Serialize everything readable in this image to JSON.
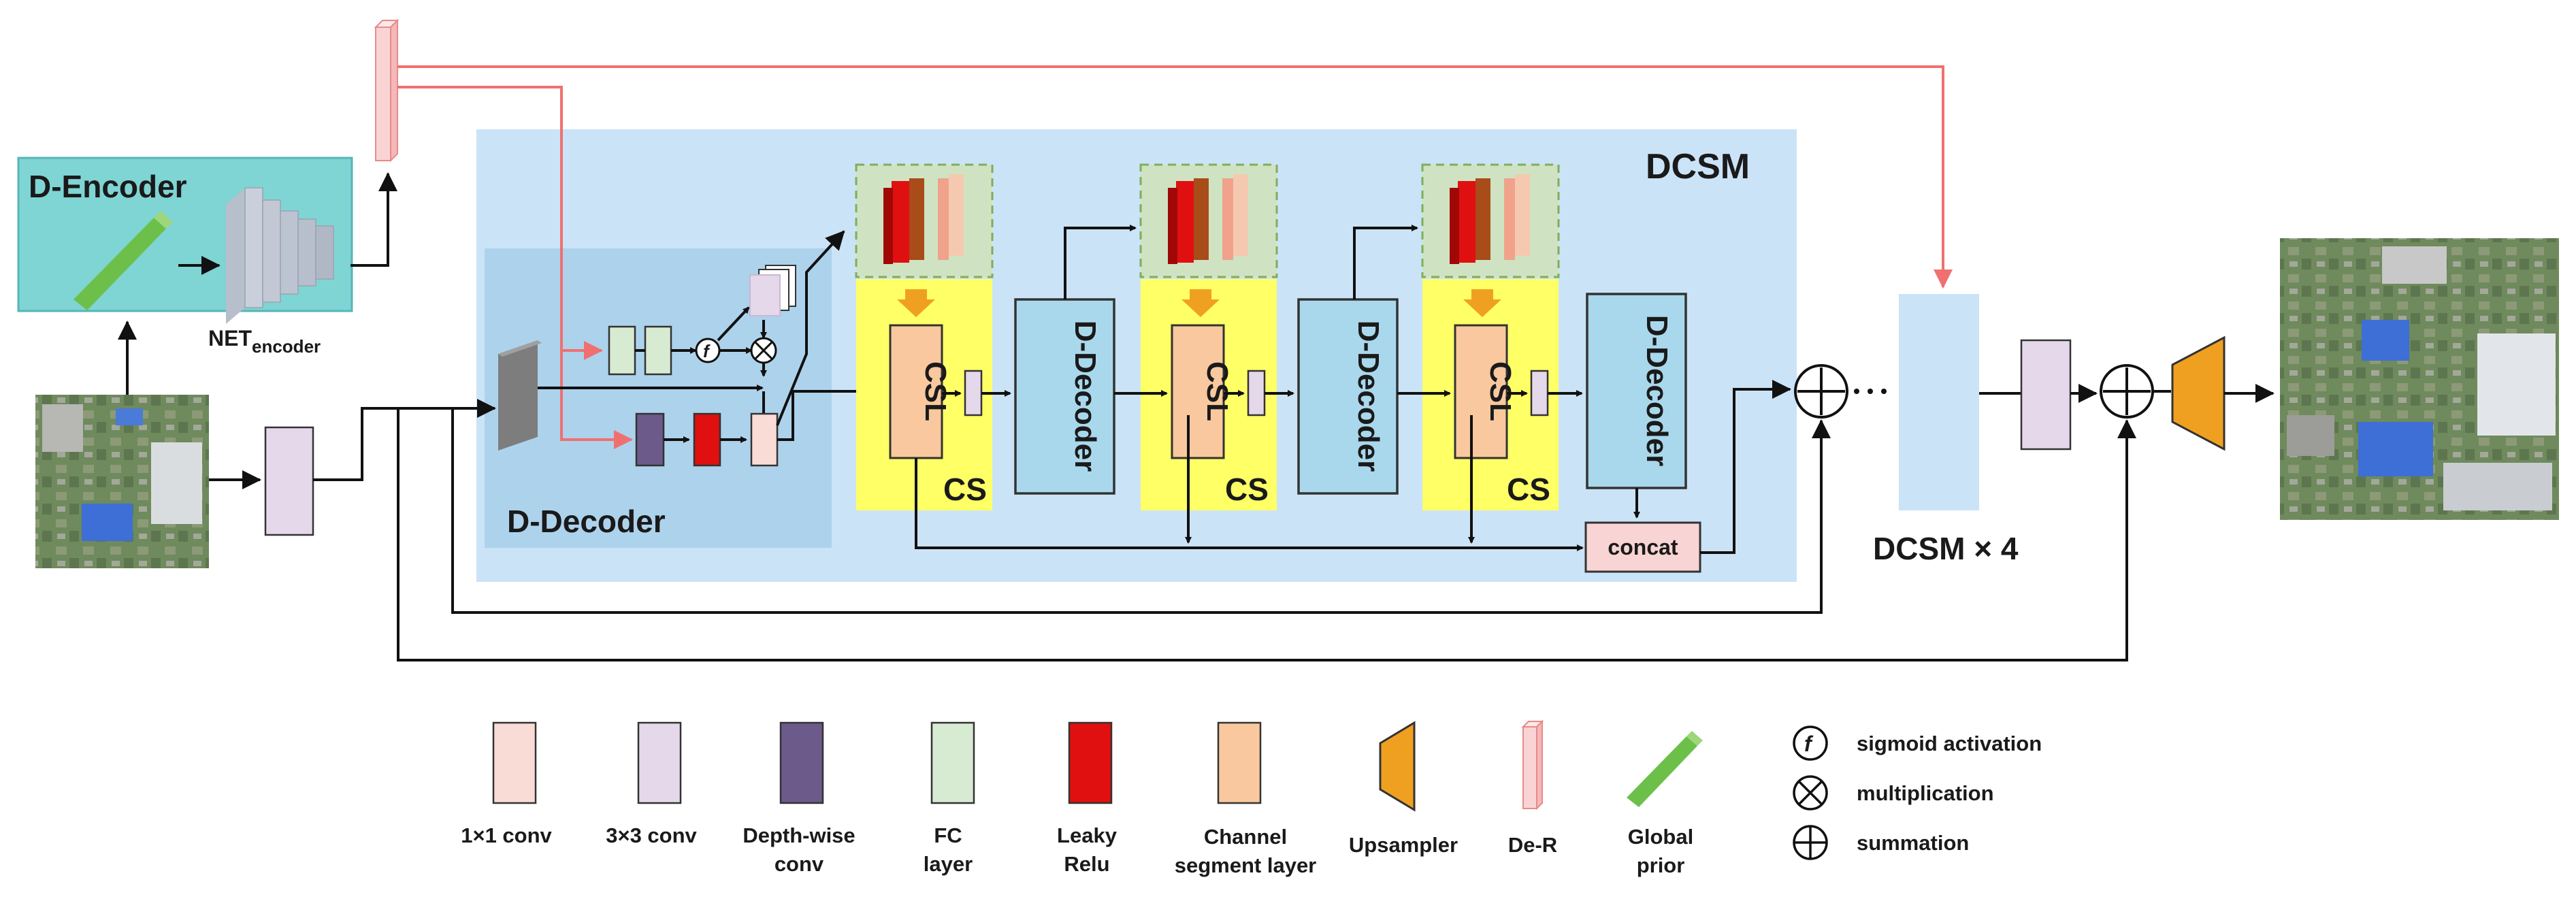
{
  "diagram": {
    "dcsm_title": "DCSM",
    "dcsm_repeat": "DCSM × 4",
    "d_encoder_title": "D-Encoder",
    "net_encoder_main": "NET",
    "net_encoder_sub": "encoder",
    "d_decoder_title": "D-Decoder",
    "csl_label": "CSL",
    "cs_label": "CS",
    "d_decoder_block": "D-Decoder",
    "concat_label": "concat",
    "sigmoid_symbol": "f"
  },
  "legend": {
    "items": [
      {
        "line1": "1×1 conv",
        "line2": "",
        "color": "#fadcd6"
      },
      {
        "line1": "3×3 conv",
        "line2": "",
        "color": "#e4d8ea"
      },
      {
        "line1": "Depth-wise",
        "line2": "conv",
        "color": "#6b5a8a"
      },
      {
        "line1": "FC",
        "line2": "layer",
        "color": "#d7ead2"
      },
      {
        "line1": "Leaky",
        "line2": "Relu",
        "color": "#e01010"
      },
      {
        "line1": "Channel",
        "line2": "segment layer",
        "color": "#f9c89e"
      },
      {
        "line1": "Upsampler",
        "line2": "",
        "color": "#f0a020"
      },
      {
        "line1": "De-R",
        "line2": "",
        "color": "#fad4d4"
      },
      {
        "line1": "Global",
        "line2": "prior",
        "color": "#6cc04a"
      }
    ],
    "symbols": [
      {
        "label": "sigmoid activation"
      },
      {
        "label": "multiplication"
      },
      {
        "label": "summation"
      }
    ]
  }
}
